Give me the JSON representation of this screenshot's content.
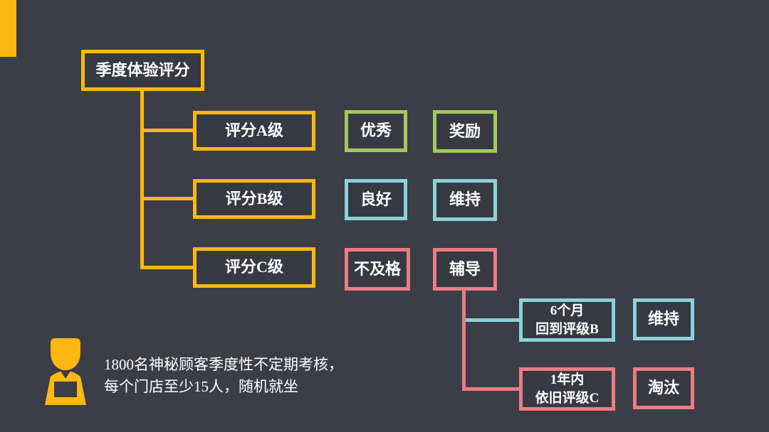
{
  "palette": {
    "background": "#3b3e47",
    "yellow": "#fdb813",
    "green": "#a3c95b",
    "cyan": "#8ad2dc",
    "pink": "#ec7c85",
    "text": "#ffffff"
  },
  "tree": {
    "root": "季度体验评分",
    "levels": [
      {
        "grade": "评分A级",
        "result": "优秀",
        "action": "奖励"
      },
      {
        "grade": "评分B级",
        "result": "良好",
        "action": "维持"
      },
      {
        "grade": "评分C级",
        "result": "不及格",
        "action": "辅导"
      }
    ],
    "coaching_outcomes": [
      {
        "line1": "6个月",
        "line2": "回到评级B",
        "action": "维持"
      },
      {
        "line1": "1年内",
        "line2": "依旧评级C",
        "action": "淘汰"
      }
    ]
  },
  "note": {
    "icon": "person-at-laptop-icon",
    "line1": "1800名神秘顾客季度性不定期考核，",
    "line2": "每个门店至少15人，随机就坐"
  }
}
